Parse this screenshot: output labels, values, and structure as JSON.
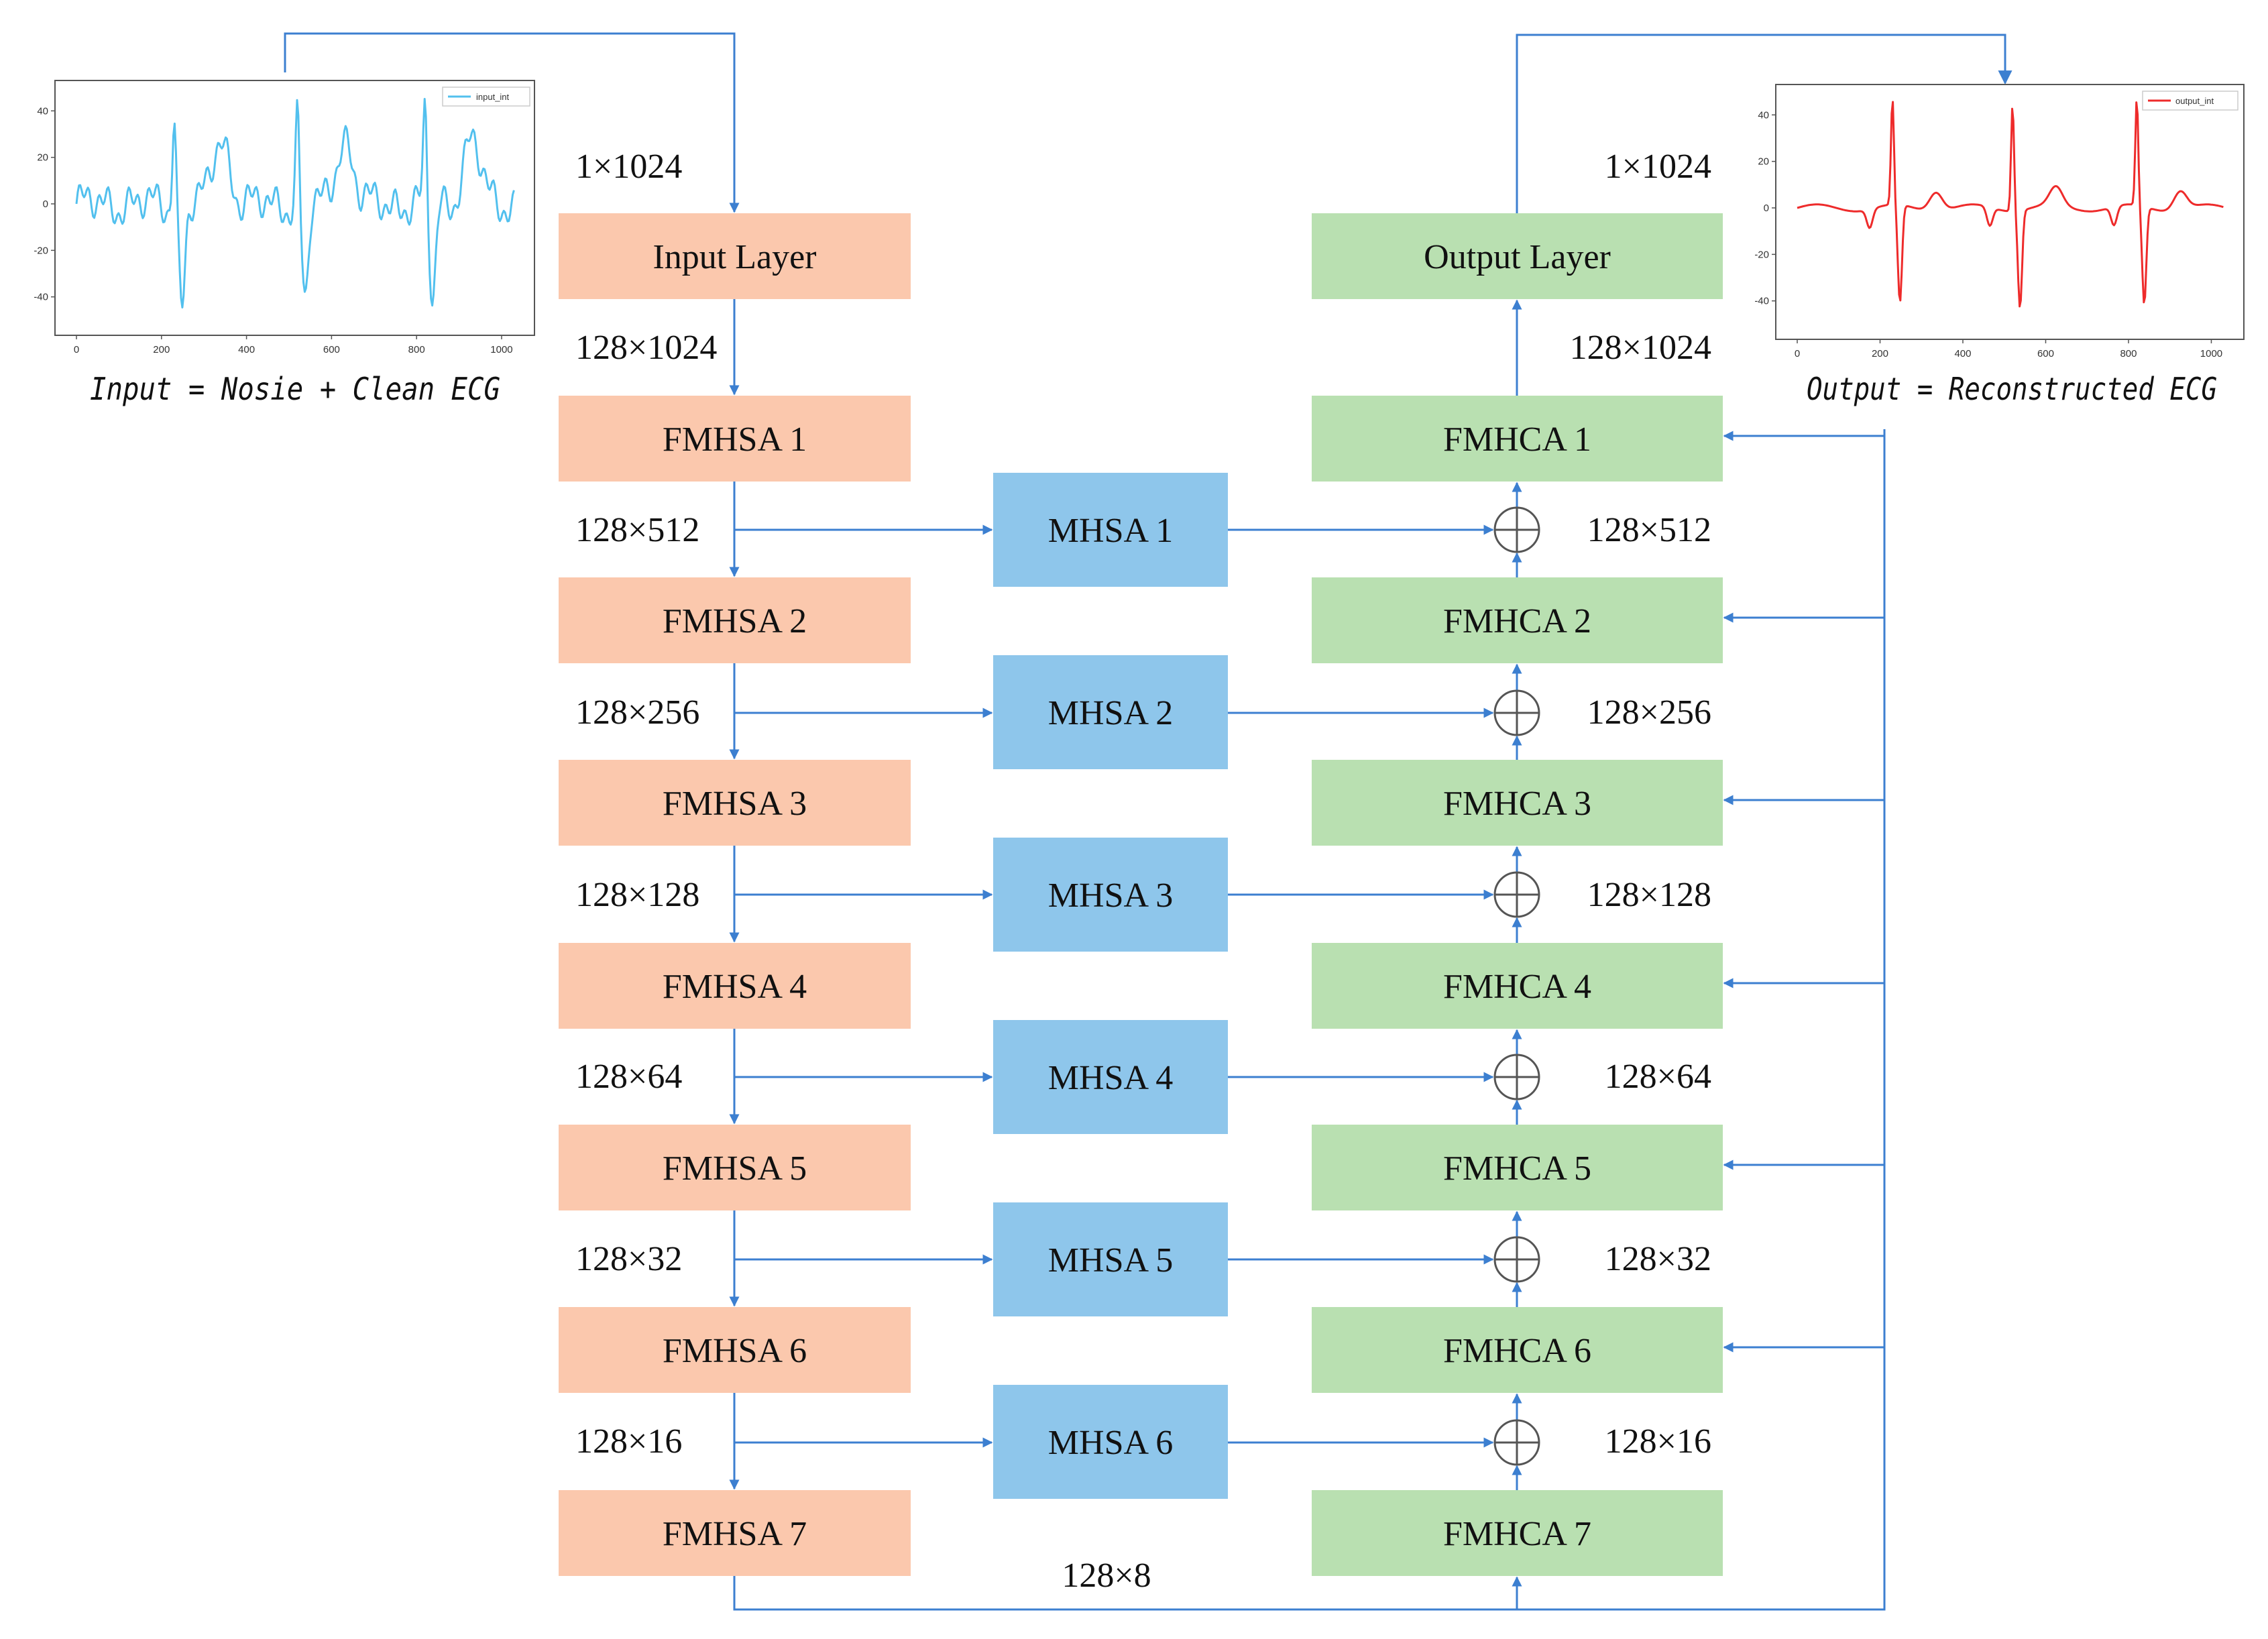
{
  "colors": {
    "encoder": "#fbc8ad",
    "bottleneck": "#8ec6eb",
    "decoder": "#b9e0b1",
    "connector": "#3c7fd0",
    "input_signal": "#52c0ee",
    "output_signal": "#ee2b2b"
  },
  "input_panel": {
    "legend": "input_int",
    "y_ticks": [
      "40",
      "20",
      "0",
      "-20",
      "-40"
    ],
    "x_ticks": [
      "0",
      "200",
      "400",
      "600",
      "800",
      "1000"
    ],
    "caption": "Input = Nosie + Clean ECG"
  },
  "output_panel": {
    "legend": "output_int",
    "y_ticks": [
      "40",
      "20",
      "0",
      "-20",
      "-40"
    ],
    "x_ticks": [
      "0",
      "200",
      "400",
      "600",
      "800",
      "1000"
    ],
    "caption": "Output = Reconstructed ECG"
  },
  "encoder": [
    {
      "label": "Input Layer",
      "dim_above": "1×1024"
    },
    {
      "label": "FMHSA 1",
      "dim_above": "128×1024"
    },
    {
      "label": "FMHSA 2",
      "dim_above": "128×512"
    },
    {
      "label": "FMHSA 3",
      "dim_above": "128×256"
    },
    {
      "label": "FMHSA 4",
      "dim_above": "128×128"
    },
    {
      "label": "FMHSA 5",
      "dim_above": "128×64"
    },
    {
      "label": "FMHSA 6",
      "dim_above": "128×32"
    },
    {
      "label": "FMHSA 7",
      "dim_above": "128×16"
    }
  ],
  "bottleneck": [
    "MHSA 1",
    "MHSA 2",
    "MHSA 3",
    "MHSA 4",
    "MHSA 5",
    "MHSA 6"
  ],
  "decoder": [
    {
      "label": "Output Layer",
      "dim_above": "1×1024"
    },
    {
      "label": "FMHCA 1",
      "dim_above": "128×1024"
    },
    {
      "label": "FMHCA 2",
      "dim_above": "128×512"
    },
    {
      "label": "FMHCA 3",
      "dim_above": "128×256"
    },
    {
      "label": "FMHCA 4",
      "dim_above": "128×128"
    },
    {
      "label": "FMHCA 5",
      "dim_above": "128×64"
    },
    {
      "label": "FMHCA 6",
      "dim_above": "128×32"
    },
    {
      "label": "FMHCA 7",
      "dim_above": "128×16"
    }
  ],
  "bottom_dim": "128×8"
}
